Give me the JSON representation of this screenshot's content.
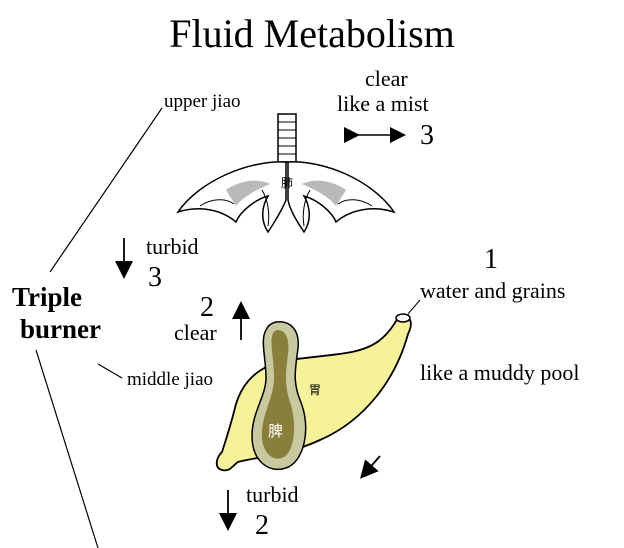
{
  "title": "Fluid Metabolism",
  "labels": {
    "upper_jiao": "upper jiao",
    "middle_jiao": "middle jiao",
    "triple_burner_line1": "Triple",
    "triple_burner_line2": "burner",
    "clear_mist_1": "clear",
    "clear_mist_2": "like a mist",
    "mist_number": "3",
    "turbid_upper": "turbid",
    "turbid_upper_number": "3",
    "clear_mid": "clear",
    "clear_mid_number": "2",
    "water_number": "1",
    "water_and_grains": "water and grains",
    "muddy_pool": "like a muddy pool",
    "turbid_lower": "turbid",
    "turbid_lower_number": "2",
    "lung_char": "肺",
    "stomach_char": "胃",
    "spleen_char": "脾"
  },
  "colors": {
    "stomach_fill": "#f6f29a",
    "spleen_fill": "#8a7f3a",
    "spleen_light": "#c9c9a0",
    "lung_shade": "#a8a8a8"
  },
  "icons": {
    "double_arrow": "left-right-arrow-icon",
    "down_arrow": "down-arrow-icon",
    "up_arrow": "up-arrow-icon",
    "diag_arrow": "down-left-arrow-icon"
  }
}
